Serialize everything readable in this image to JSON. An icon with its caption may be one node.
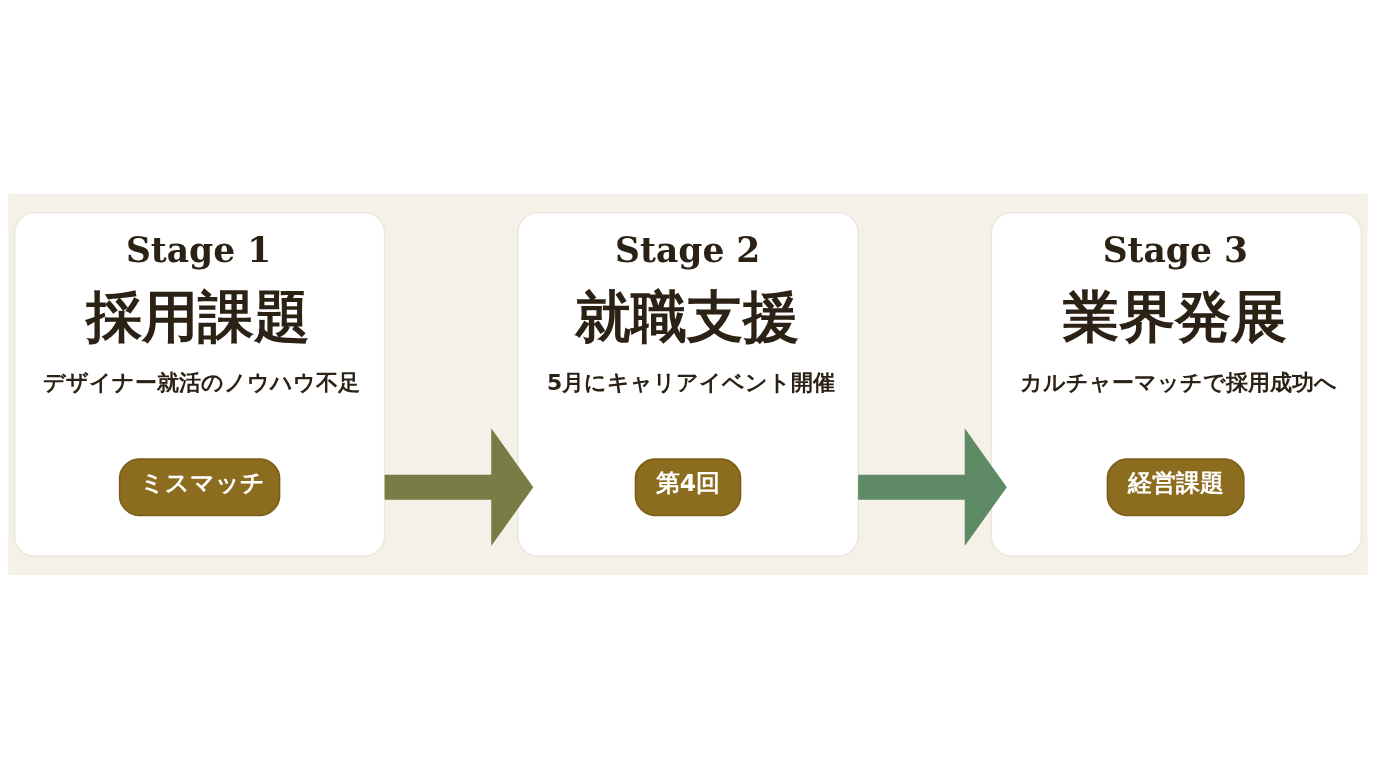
{
  "diagram": {
    "nodes": [
      {
        "text": [
          "Stage 1",
          "採用課題",
          "デザイナー就活のノウハウ不足"
        ]
      },
      {
        "text": [
          "ミスマッチ"
        ],
        "in": 0
      },
      {
        "text": [
          "Stage 2",
          "就職支援",
          "5月にキャリアイベント開催"
        ]
      },
      {
        "text": [
          "第4回"
        ],
        "in": 2
      },
      {
        "text": [
          "Stage 3",
          "業界発展",
          "カルチャーマッチで採用成功へ"
        ]
      },
      {
        "text": [
          "経営課題"
        ],
        "in": 4
      }
    ],
    "edges": [
      {
        "from": 0,
        "to": 2,
        "arrow": "to",
        "color": "#7a7c45"
      },
      {
        "from": 2,
        "to": 4,
        "arrow": "to",
        "color": "#5e8a66"
      }
    ]
  }
}
